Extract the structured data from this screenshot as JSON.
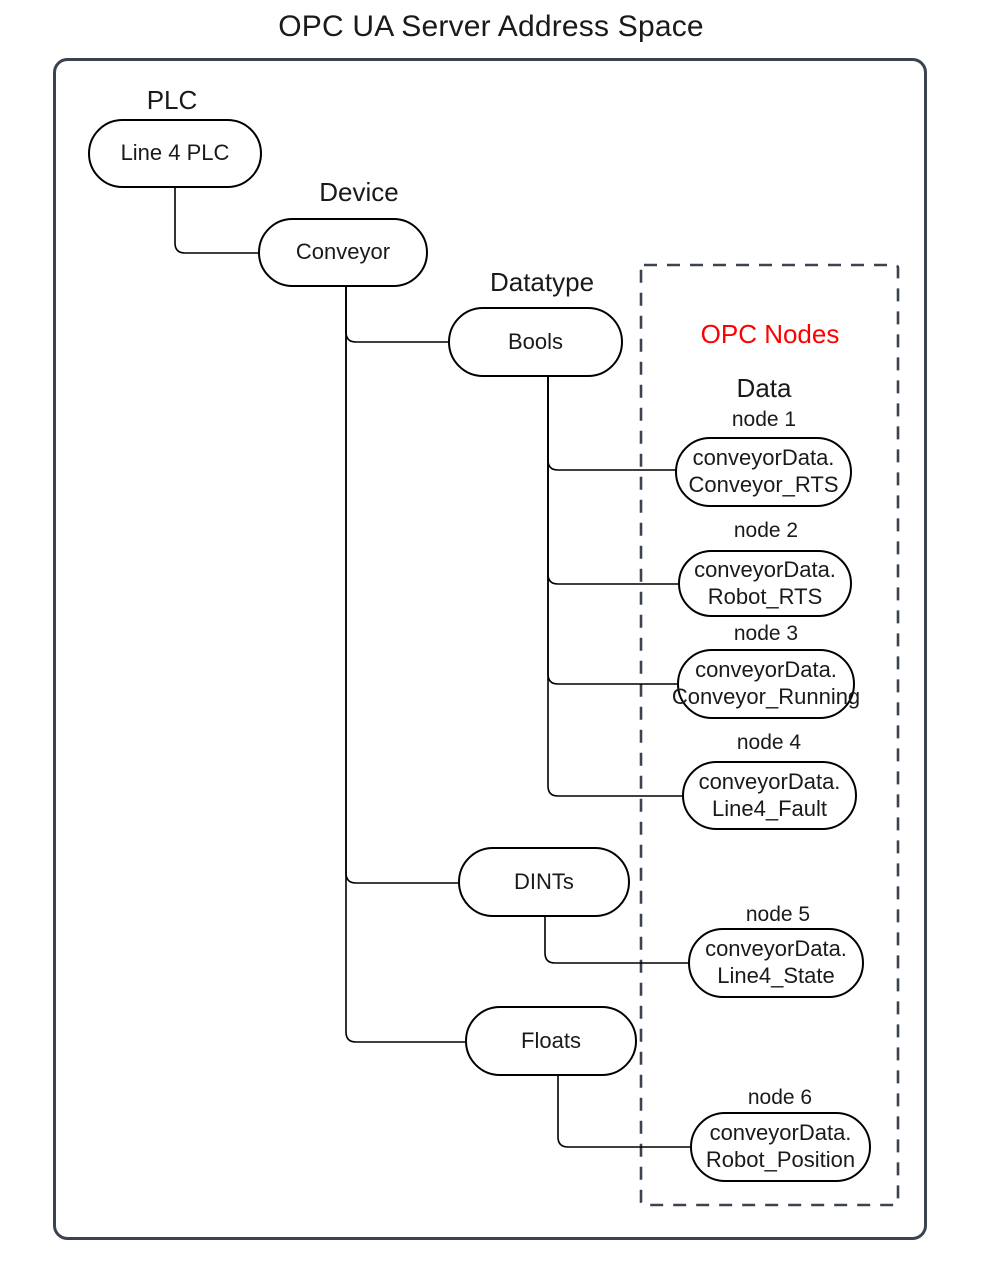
{
  "title": "OPC UA Server Address Space",
  "labels": {
    "plc": "PLC",
    "device": "Device",
    "datatype": "Datatype",
    "opc_nodes": "OPC Nodes",
    "data": "Data"
  },
  "tree_nodes": {
    "plc": "Line 4 PLC",
    "device": "Conveyor",
    "datatypes": [
      "Bools",
      "DINTs",
      "Floats"
    ]
  },
  "opc": {
    "items": [
      {
        "caption": "node 1",
        "name_line1": "conveyorData.",
        "name_line2": "Conveyor_RTS",
        "datatype": "Bools"
      },
      {
        "caption": "node 2",
        "name_line1": "conveyorData.",
        "name_line2": "Robot_RTS",
        "datatype": "Bools"
      },
      {
        "caption": "node 3",
        "name_line1": "conveyorData.",
        "name_line2": "Conveyor_Running",
        "datatype": "Bools"
      },
      {
        "caption": "node 4",
        "name_line1": "conveyorData.",
        "name_line2": "Line4_Fault",
        "datatype": "Bools"
      },
      {
        "caption": "node 5",
        "name_line1": "conveyorData.",
        "name_line2": "Line4_State",
        "datatype": "DINTs"
      },
      {
        "caption": "node 6",
        "name_line1": "conveyorData.",
        "name_line2": "Robot_Position",
        "datatype": "Floats"
      }
    ]
  },
  "colors": {
    "frame": "#3B4350",
    "connector": "#000000",
    "node_border": "#000000",
    "text": "#1A1A1A",
    "opc_nodes_title": "#FF0000"
  }
}
